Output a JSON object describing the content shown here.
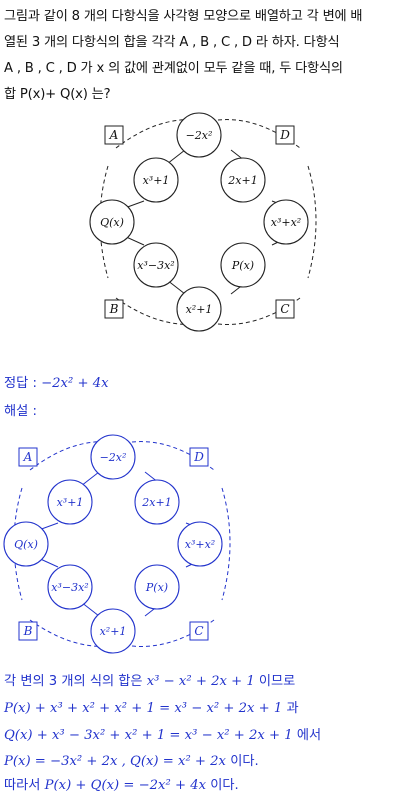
{
  "problem": {
    "line1": "그림과 같이 8 개의 다항식을 사각형 모양으로 배열하고 각 변에 배",
    "line2": "열된 3 개의 다항식의 합을 각각 A , B , C , D 라 하자. 다항식",
    "line3": "A , B , C , D 가 x 의 값에 관계없이 모두 같을 때, 두 다항식의",
    "line4": "합 P(x)+ Q(x) 는?"
  },
  "diagram": {
    "corner_A": "A",
    "corner_B": "B",
    "corner_C": "C",
    "corner_D": "D",
    "top": "−2x²",
    "upper_left": "x³+1",
    "upper_right": "2x+1",
    "left": "Q(x)",
    "right": "x³+x²",
    "lower_left": "x³−3x²",
    "lower_right": "P(x)",
    "bottom": "x²+1"
  },
  "answer": {
    "label": "정답 :",
    "value": "−2x² + 4x"
  },
  "solution": {
    "label": "해설 :",
    "line1_pre": "각 변의 3 개의 식의 합은",
    "line1_math": "x³ − x² + 2x + 1",
    "line1_post": "이므로",
    "line2_math": "P(x) + x³ + x² + x² + 1 = x³ − x² + 2x + 1",
    "line2_post": "과",
    "line3_math": "Q(x) + x³ − 3x² + x² + 1 = x³ − x² + 2x + 1",
    "line3_post": "에서",
    "line4_math": "P(x) = −3x² + 2x ,  Q(x) = x² + 2x",
    "line4_post": "이다.",
    "line5_pre": "따라서",
    "line5_math": "P(x) + Q(x) = −2x² + 4x",
    "line5_post": "이다."
  },
  "colors": {
    "text": "#111111",
    "accent": "#2233cc"
  }
}
